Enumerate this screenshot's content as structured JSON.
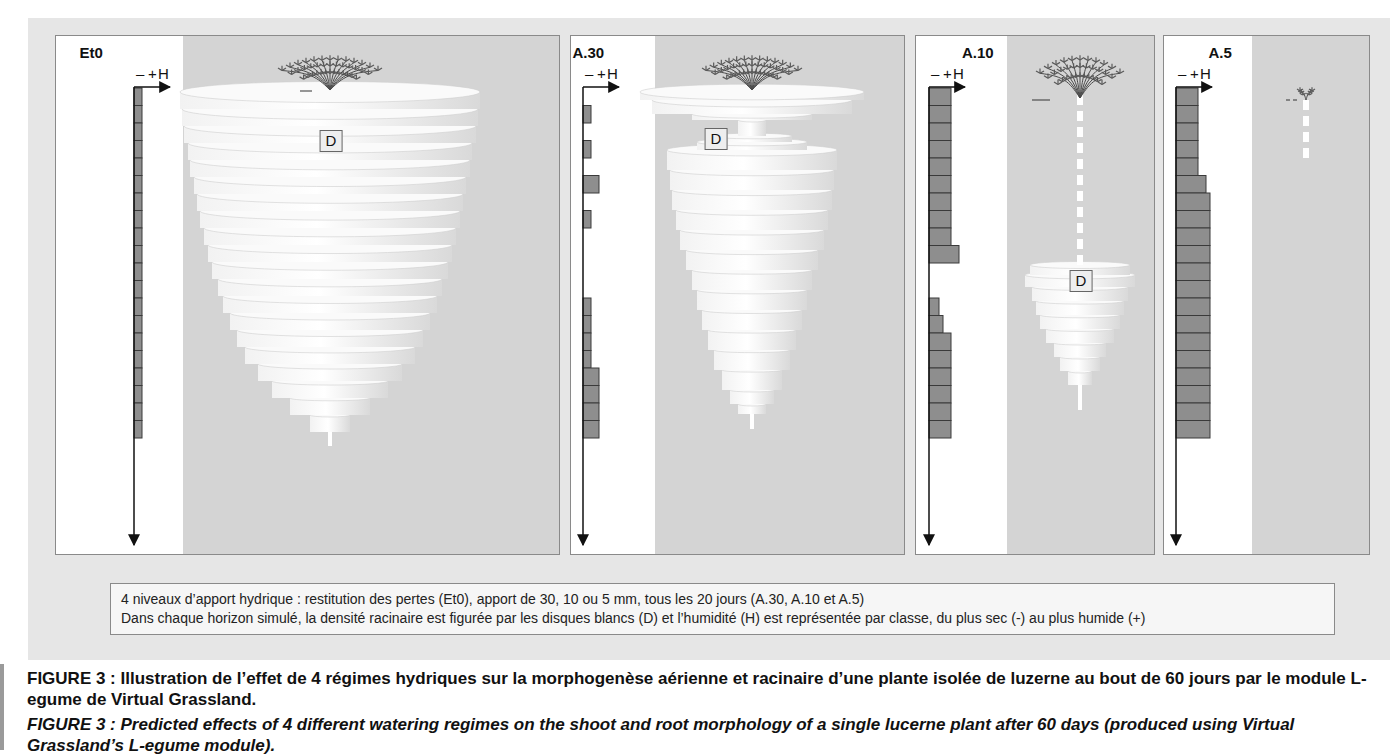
{
  "diagram": {
    "caption": "FIGURE 3 : Illustration de l’effet de 4 régimes hydriques sur la morphogenèse aérienne et racinaire d’une plante isolée de luzerne au bout de 60 jours par le module L-egume de Virtual Grassland.",
    "nodes": [
      {
        "text": [
          "Et0"
        ]
      },
      {
        "text": [
          "D"
        ],
        "in": 0
      },
      {
        "text": [
          "A.30"
        ]
      },
      {
        "text": [
          "D"
        ],
        "in": 2
      },
      {
        "text": [
          "A.10"
        ]
      },
      {
        "text": [
          "D"
        ],
        "in": 4
      },
      {
        "text": [
          "A.5"
        ]
      },
      {
        "text": [
          "4 niveaux d’apport hydrique : restitution des pertes (Et0), apport de 30, 10 ou 5 mm, tous les 20 jours (A.30, A.10 et A.5)",
          "Dans chaque horizon simulé, la densité racinaire est figurée par les disques blancs (D) et l’humidité (H) est représentée par classe, du plus sec (-) au plus humide (+)"
        ]
      }
    ],
    "labels": [
      "–",
      "+",
      "H",
      "–",
      "+",
      "H",
      "–",
      "+",
      "H",
      "–",
      "+",
      "H",
      "FIGURE 3 : Predicted effects of 4 different watering regimes on the shoot and root morphology of a single lucerne plant after 60 days (produced using Virtual Grassland’s L-egume module)."
    ]
  }
}
